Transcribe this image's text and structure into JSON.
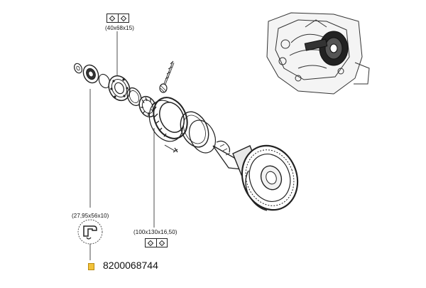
{
  "labels": {
    "bearing_top": "(40x68x15)",
    "seal": "(27,95x56x10)",
    "bearing_bottom": "(100x130x16,50)"
  },
  "part": {
    "reference": "8200068744",
    "badge_color": "#f2c23a"
  },
  "icons": [
    "bearing-symbol-icon",
    "oil-seal-icon",
    "gearbox-thumbnail",
    "differential-gear"
  ]
}
